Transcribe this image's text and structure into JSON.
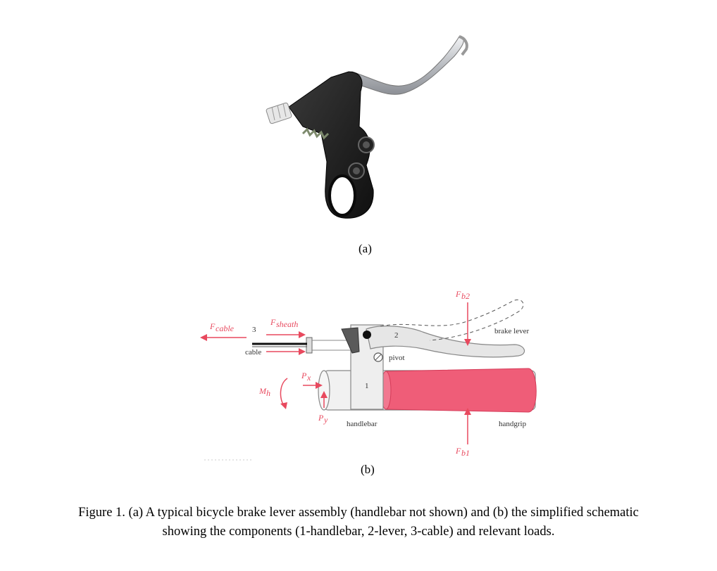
{
  "figure_a": {
    "label": "(a)"
  },
  "figure_b": {
    "label": "(b)",
    "labels": {
      "f_cable": "F",
      "f_cable_sub": "cable",
      "three": "3",
      "f_sheath": "F",
      "f_sheath_sub": "sheath",
      "cable": "cable",
      "f_b2": "F",
      "f_b2_sub": "b2",
      "two": "2",
      "brake_lever": "brake lever",
      "pivot": "pivot",
      "p_x": "P",
      "p_x_sub": "x",
      "m_h": "M",
      "m_h_sub": "h",
      "one": "1",
      "p_y": "P",
      "p_y_sub": "y",
      "handlebar": "handlebar",
      "handgrip": "handgrip",
      "f_b1": "F",
      "f_b1_sub": "b1"
    }
  },
  "caption": "Figure 1. (a) A typical bicycle brake lever assembly (handlebar not shown) and (b) the simplified schematic showing the components (1-handlebar, 2-lever, 3-cable) and relevant loads.",
  "colors": {
    "load_arrows": "#e8495e",
    "grip": "#ef5d78",
    "body": "#1c1c1c",
    "lever": "#c9ccd0"
  }
}
